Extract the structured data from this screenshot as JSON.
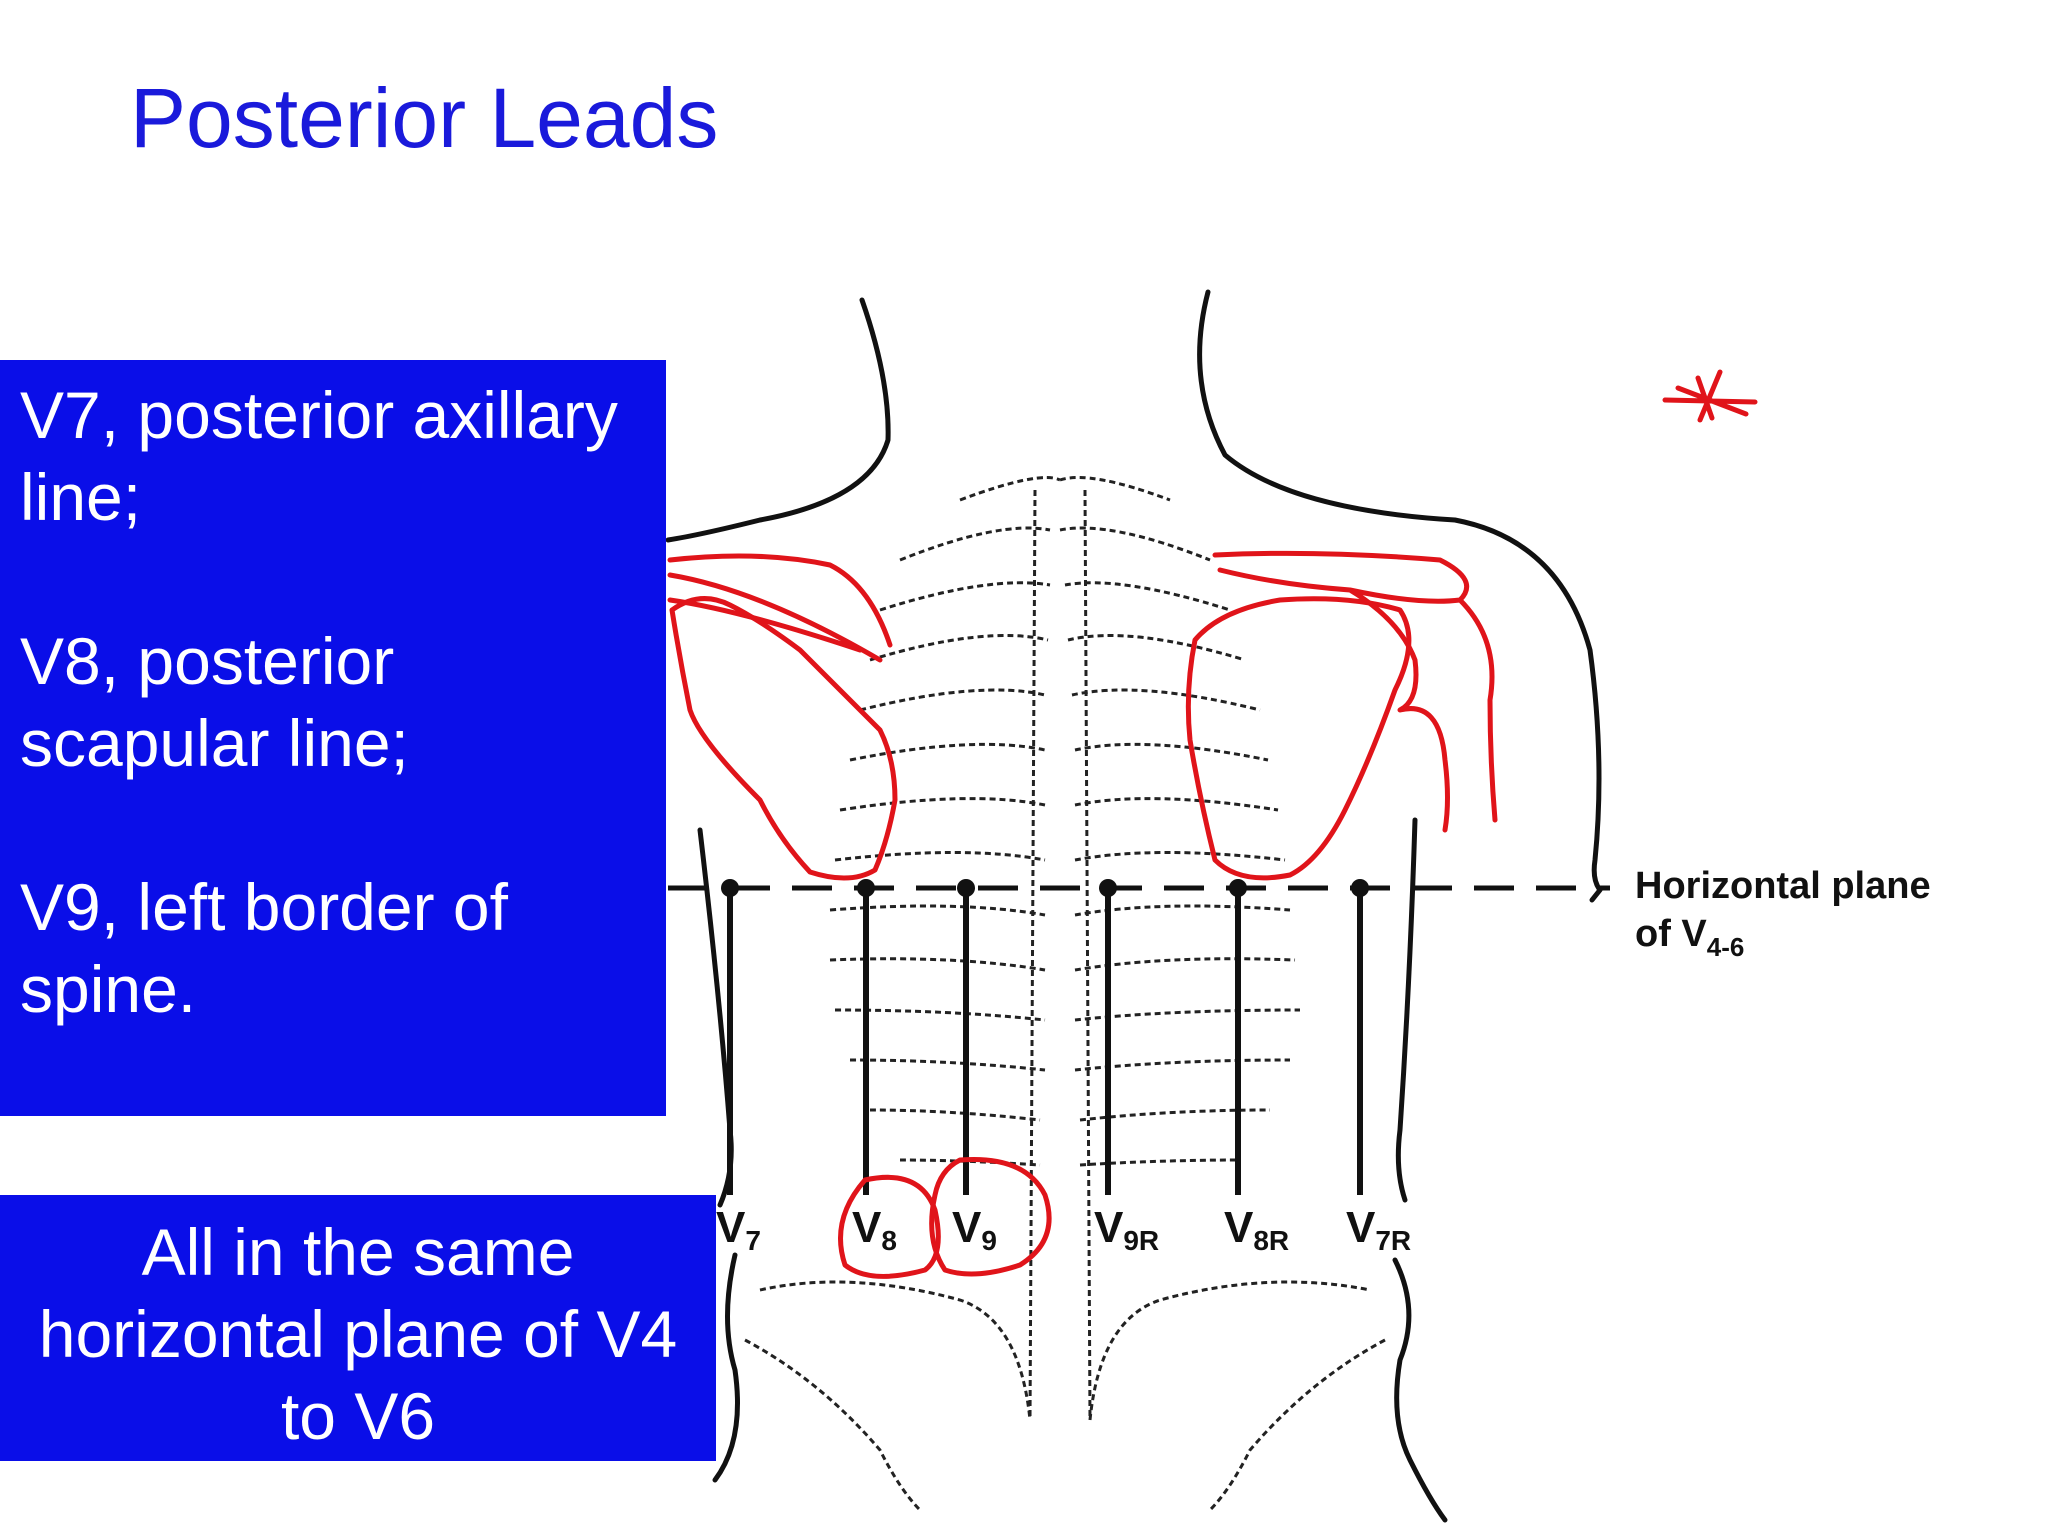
{
  "slide": {
    "title": "Posterior Leads",
    "title_color": "#1a1adb",
    "box_color": "#0a0ee8",
    "definitions": [
      "V7, posterior axillary line;",
      "V8, posterior scapular line;",
      "V9, left border of spine."
    ],
    "plane_note": "All in the same horizontal plane of V4 to V6"
  },
  "diagram": {
    "plane_label_line1": "Horizontal plane",
    "plane_label_line2": "of V",
    "plane_label_sub": "4-6",
    "leads": [
      {
        "base": "V",
        "sub": "7"
      },
      {
        "base": "V",
        "sub": "8"
      },
      {
        "base": "V",
        "sub": "9"
      },
      {
        "base": "V",
        "sub": "9R"
      },
      {
        "base": "V",
        "sub": "8R"
      },
      {
        "base": "V",
        "sub": "7R"
      }
    ],
    "annotation_color": "#e0141a"
  }
}
